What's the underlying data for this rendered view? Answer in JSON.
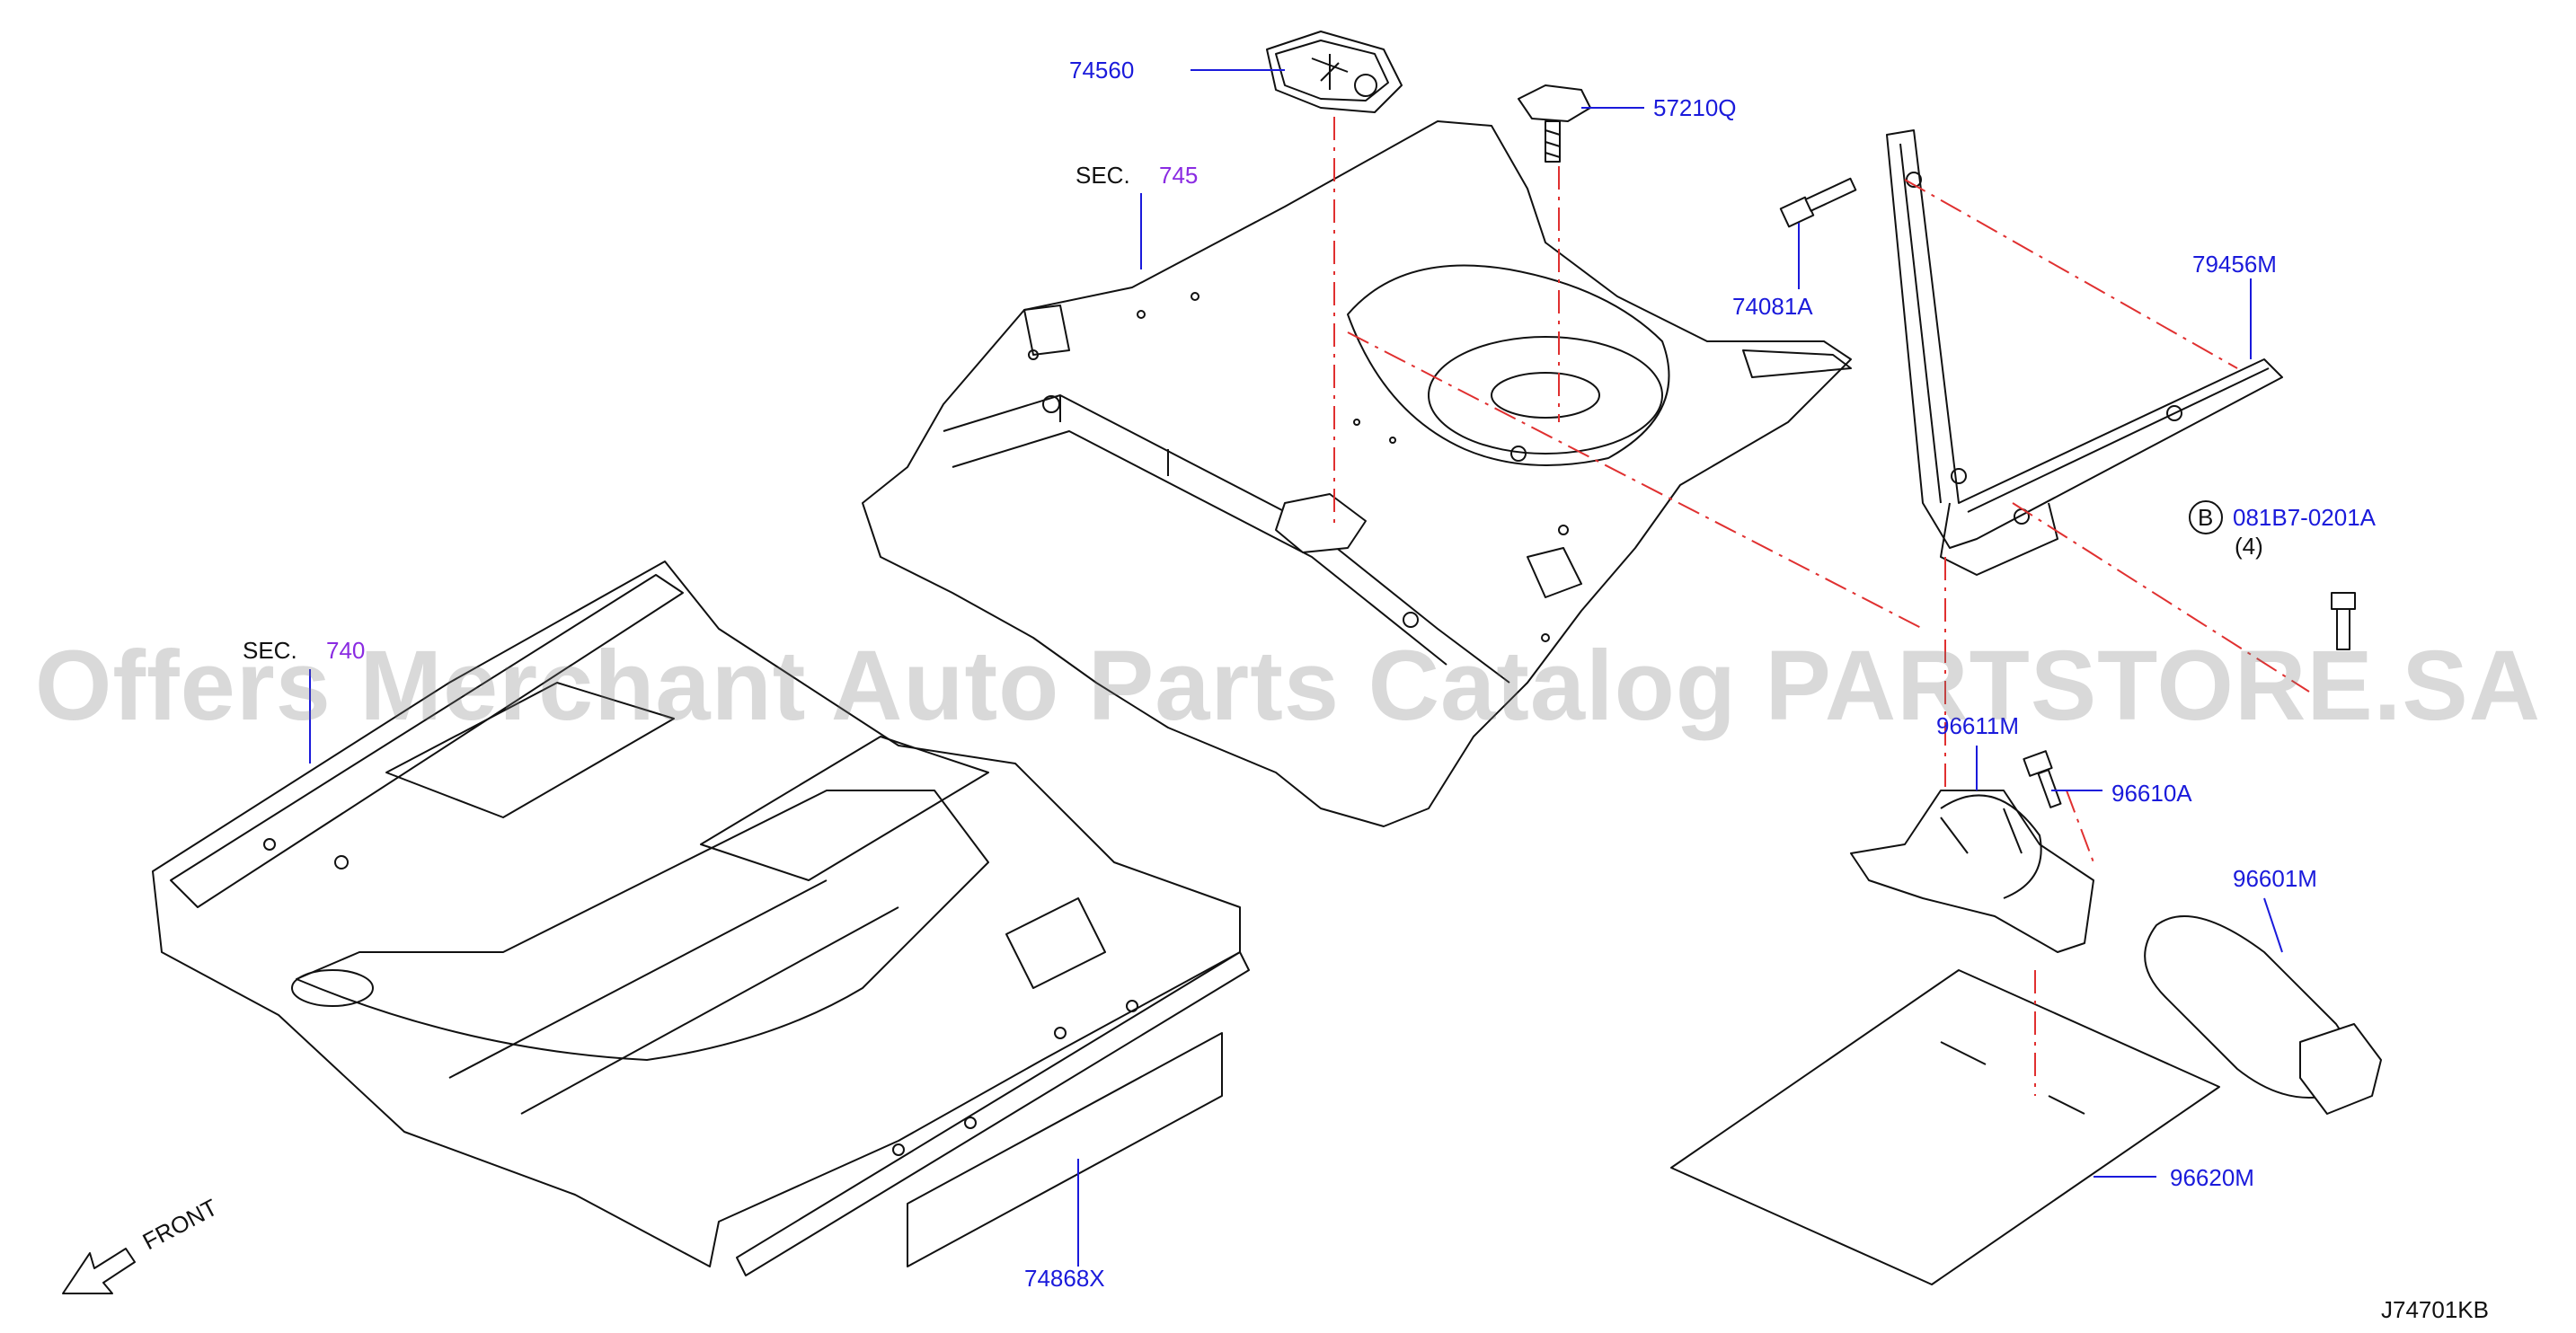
{
  "diagram": {
    "watermark": "Offers Merchant Auto Parts Catalog PARTSTORE.SA",
    "diagram_code": "J74701KB",
    "front_label": "FRONT",
    "sections": [
      {
        "prefix": "SEC.",
        "number": "745"
      },
      {
        "prefix": "SEC.",
        "number": "740"
      }
    ],
    "parts": {
      "p74560": "74560",
      "p57210Q": "57210Q",
      "p74081A": "74081A",
      "p79456M": "79456M",
      "p081B7": "081B7-0201A",
      "p081B7_qty": "(4)",
      "p081B7_badge": "B",
      "p96611M": "96611M",
      "p96610A": "96610A",
      "p96601M": "96601M",
      "p96620M": "96620M",
      "p74868X": "74868X"
    }
  }
}
